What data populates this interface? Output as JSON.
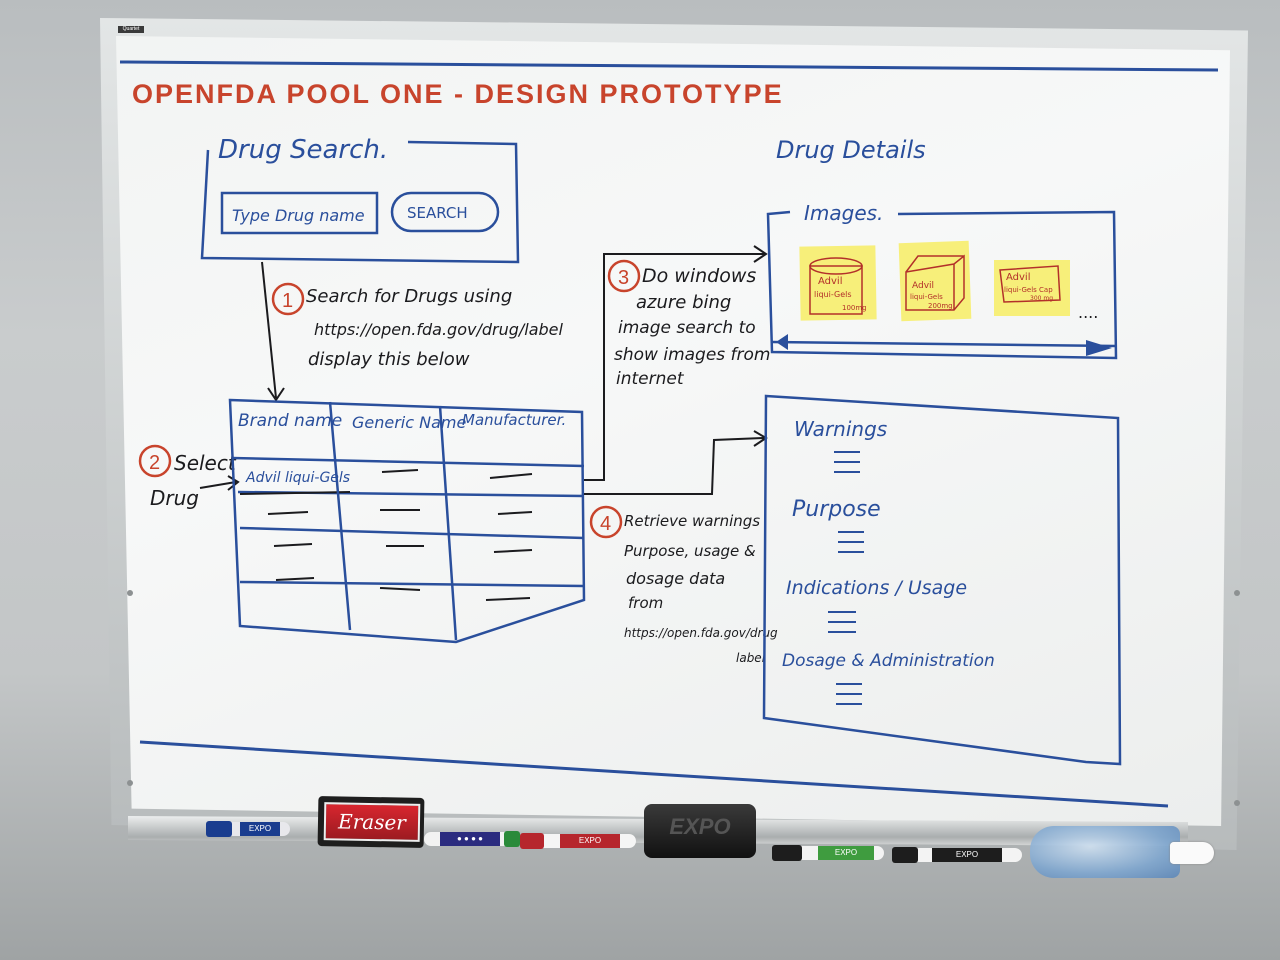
{
  "board": {
    "manufacturer_tag": "Quartet",
    "title": "OPENFDA  POOL ONE - DESIGN PROTOTYPE",
    "drug_search": {
      "heading": "Drug Search.",
      "input_placeholder": "Type Drug name",
      "button_label": "SEARCH"
    },
    "step1": {
      "number": "1",
      "lines": [
        "Search for Drugs using",
        "https://open.fda.gov/drug/label",
        "display this below"
      ]
    },
    "step2": {
      "number": "2",
      "lines": [
        "Select",
        "Drug"
      ]
    },
    "step3": {
      "number": "3",
      "lines": [
        "Do windows",
        "azure bing",
        "image search to",
        "show images from",
        "internet"
      ]
    },
    "step4": {
      "number": "4",
      "lines": [
        "Retrieve warnings",
        "Purpose, usage &",
        "dosage data",
        "from",
        "https://open.fda.gov/drug",
        "label"
      ]
    },
    "results_table": {
      "headers": [
        "Brand name",
        "Generic Name",
        "Manufacturer."
      ],
      "first_row_brand": "Advil liqui-Gels",
      "placeholder": "—"
    },
    "drug_details": {
      "heading": "Drug Details",
      "images_heading": "Images.",
      "sticky_notes": [
        {
          "lines": [
            "Advil",
            "liqui-Gels",
            "100mg"
          ]
        },
        {
          "lines": [
            "Advil",
            "liqui-Gels",
            "200mg"
          ]
        },
        {
          "lines": [
            "Advil",
            "liqui-Gels Cap",
            "300 mg"
          ]
        }
      ],
      "more": "....",
      "sections": [
        "Warnings",
        "Purpose",
        "Indications / Usage",
        "Dosage & Administration"
      ]
    }
  },
  "supplies": {
    "eraser_label": "Eraser",
    "expo_label": "EXPO"
  },
  "colors": {
    "red_ink": "#c8442c",
    "blue_ink": "#2a4f9c",
    "black_ink": "#1b1b1e",
    "sticky_yellow": "#f7ef7a"
  }
}
